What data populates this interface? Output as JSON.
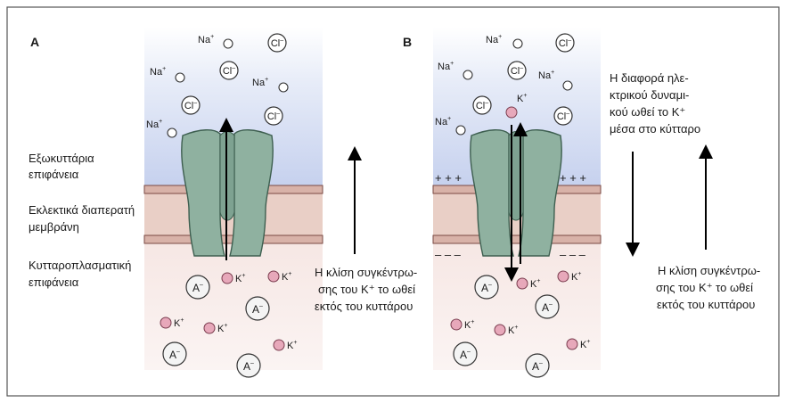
{
  "diagram": {
    "panels": [
      {
        "letter": "A",
        "region_labels": {
          "extracellular": [
            "Εξωκυττάρια",
            "επιφάνεια"
          ],
          "membrane": [
            "Εκλεκτικά διαπερατή",
            "μεμβράνη"
          ],
          "cytoplasmic": [
            "Κυτταροπλασματική",
            "επιφάνεια"
          ]
        },
        "gradient_text": [
          "Η κλίση συγκέντρω-",
          "σης του K⁺ το ωθεί",
          "εκτός του κυττάρου"
        ],
        "charges": {
          "outside": "",
          "inside": ""
        }
      },
      {
        "letter": "B",
        "potential_text": [
          "Η διαφορά ηλε-",
          "κτρικού δυναμι-",
          "κού ωθεί το K⁺",
          "μέσα στο κύτταρο"
        ],
        "gradient_text": [
          "Η κλίση συγκέντρω-",
          "σης του K⁺ το ωθεί",
          "εκτός του κυττάρου"
        ],
        "charges": {
          "outside": "+ + +",
          "inside": "– – –"
        }
      }
    ],
    "ions": {
      "sodium": "Na",
      "chloride": "Cl",
      "potassium": "K",
      "anion": "A",
      "plus": "+",
      "minus": "–"
    },
    "colors": {
      "extracellular_top": "#c9d3ee",
      "extracellular_bottom": "#e2e8f7",
      "membrane": "#e9cfc6",
      "membrane_line": "#9e6b63",
      "cytoplasm": "#f6ebe9",
      "channel": "#8fb1a0",
      "channel_stroke": "#3e5f50",
      "potassium": "#e7a8ba",
      "frame": "#555555"
    }
  }
}
